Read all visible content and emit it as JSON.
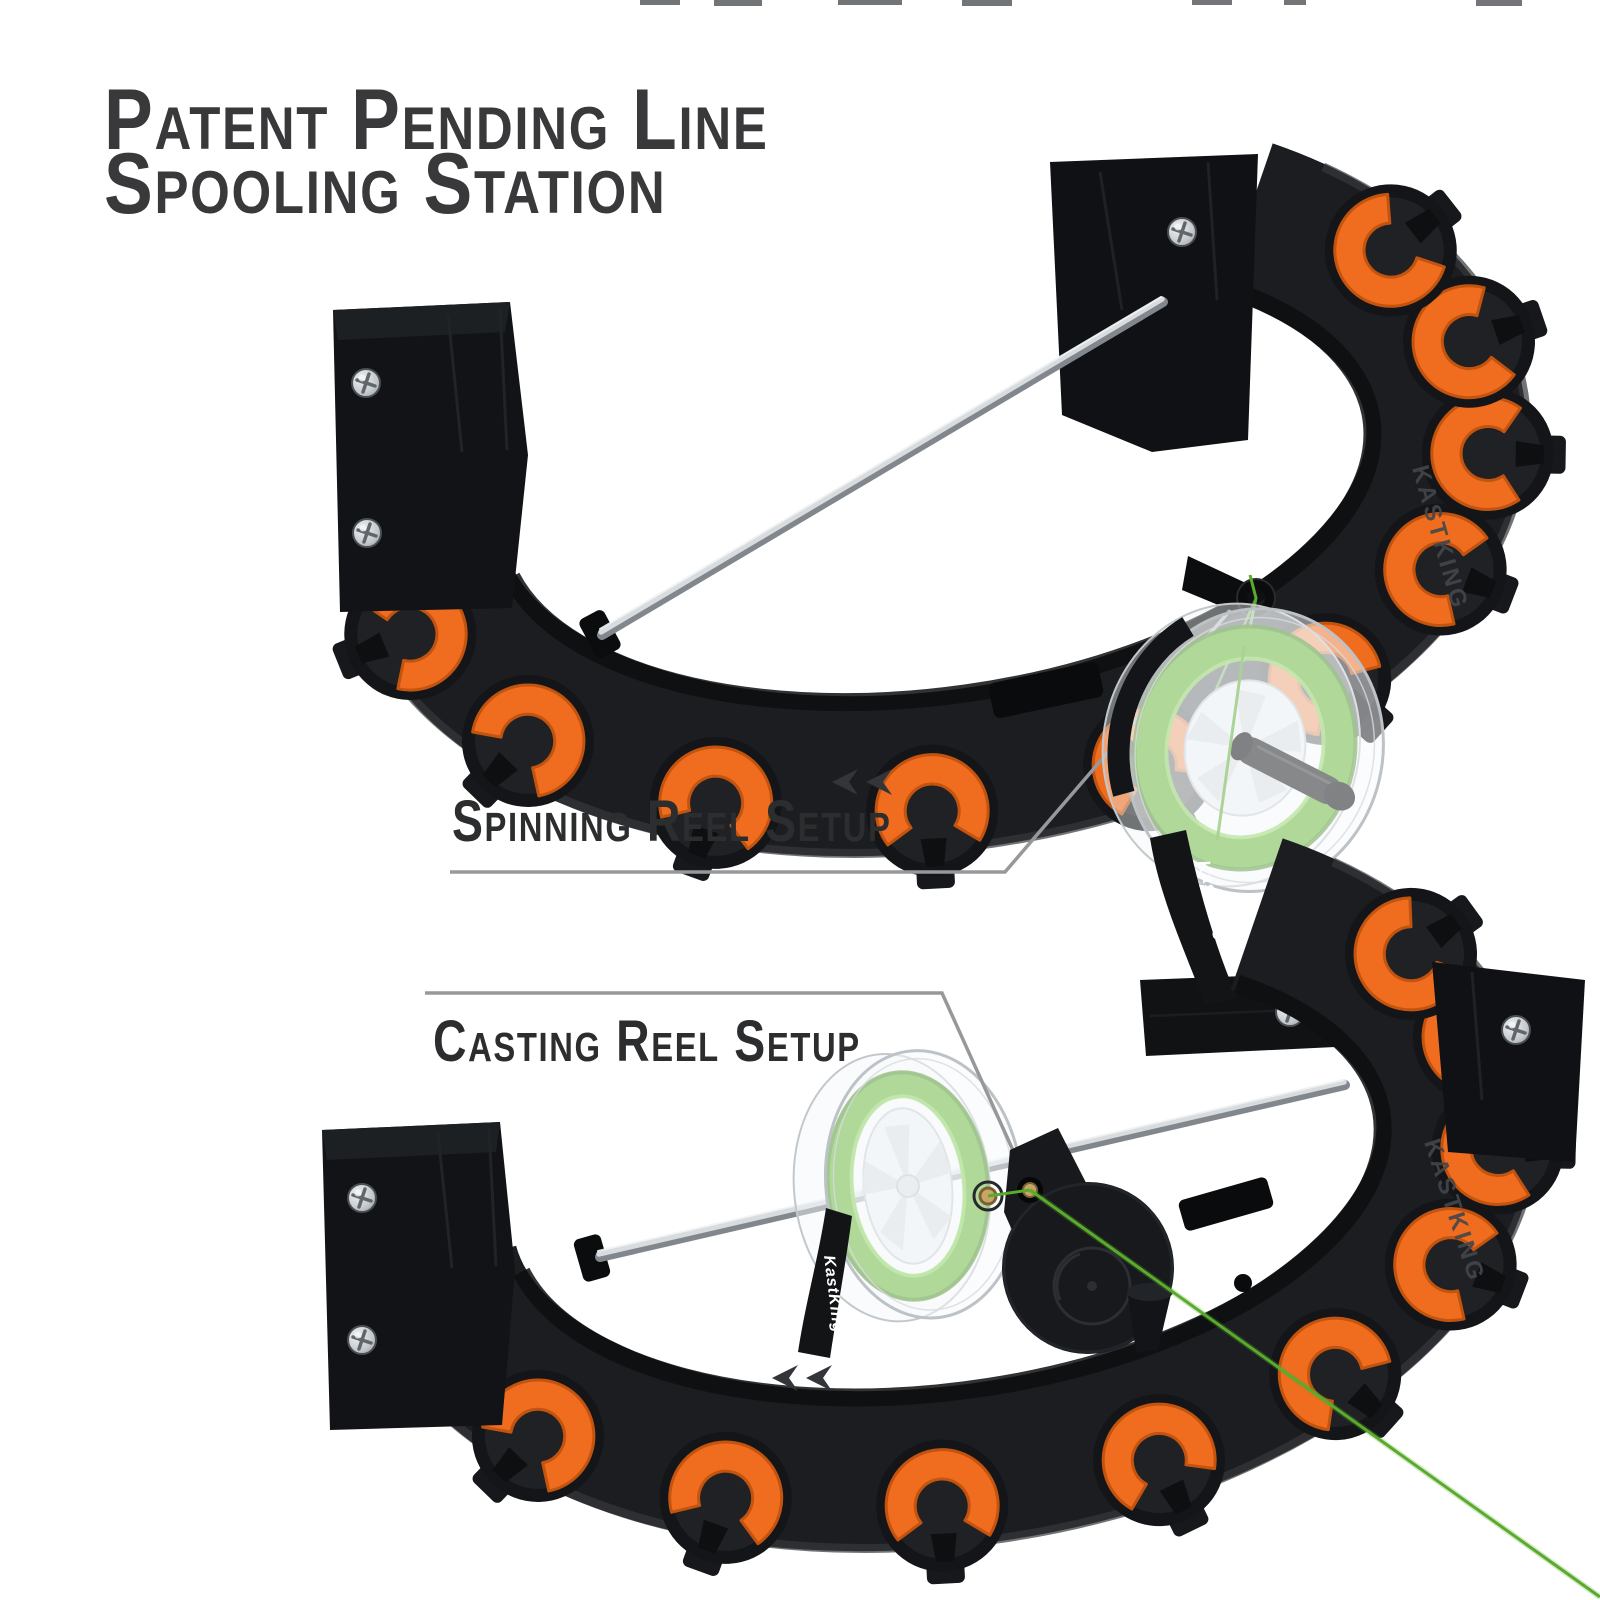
{
  "background_color": "#ffffff",
  "title": {
    "line1": "Patent Pending Line",
    "line2": "Spooling Station",
    "color": "#39393b"
  },
  "callouts": {
    "spinning": {
      "label": "Spinning Reel Setup"
    },
    "casting": {
      "label": "Casting Reel Setup"
    },
    "text_color": "#2c2d2f",
    "leader_line_color": "#96989a"
  },
  "branding": {
    "embossed": "KASTKING",
    "strap": "KastKing"
  },
  "colors": {
    "rack_black": "#1b1d20",
    "holder_orange": "#f06c1e",
    "holder_orange_edge": "#c2540f",
    "rod_silver": "#d8dcdf",
    "fishing_line_green": "#5fb32e",
    "spool_line_green": "#66b637",
    "spool_flange": "#f0f3f5",
    "screw_silver": "#cdd2d6",
    "leader_gray": "#96989a"
  }
}
